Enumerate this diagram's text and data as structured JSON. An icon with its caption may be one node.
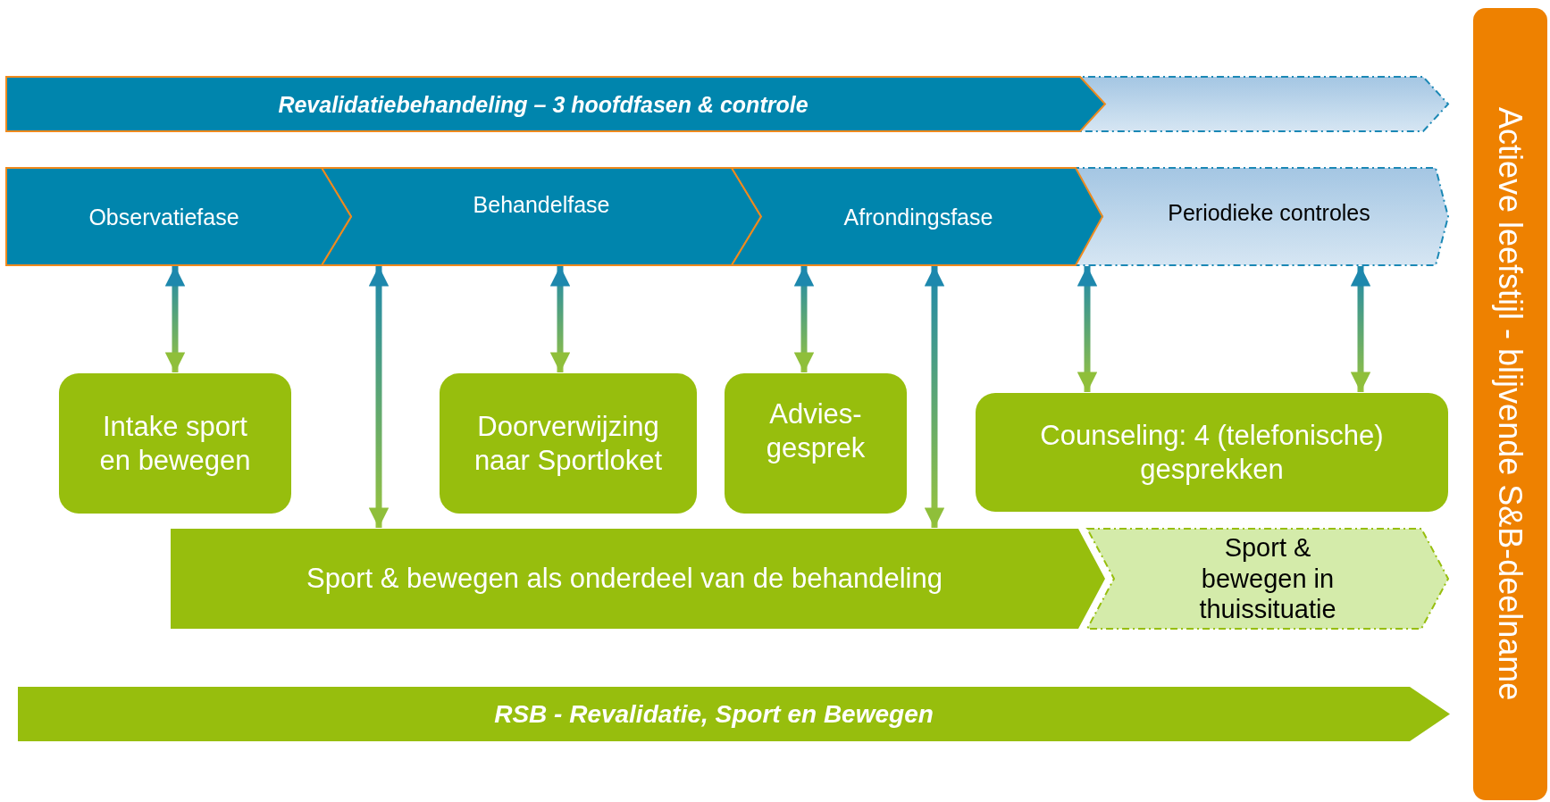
{
  "diagram": {
    "nodes": [
      {
        "text": [
          "Revalidatiebehandeling  – 3 hoofdfasen & controle"
        ]
      },
      {
        "text": [],
        "shape": "chevron"
      },
      {
        "text": [
          "Observatiefase"
        ]
      },
      {
        "text": [
          "Behandelfase"
        ]
      },
      {
        "text": [
          "Afrondingsfase"
        ]
      },
      {
        "text": [
          "Periodieke controles"
        ]
      },
      {
        "text": [
          "Intake sport en bewegen"
        ]
      },
      {
        "text": [
          "Doorverwijzing naar Sportloket"
        ]
      },
      {
        "text": [
          "Advies-gesprek"
        ]
      },
      {
        "text": [
          "Counseling: 4 (telefonische) gesprekken"
        ]
      },
      {
        "text": [
          "Sport & bewegen als onderdeel van de behandeling"
        ]
      },
      {
        "text": [
          "Sport & bewegen in thuissituatie"
        ]
      },
      {
        "text": [
          "RSB - Revalidatie, Sport en Bewegen"
        ]
      },
      {
        "text": [
          "Actieve leefstijl - blijvende S&B-deelname"
        ]
      }
    ],
    "edges": [
      {
        "from": 2,
        "to": 6,
        "arrow": "both"
      },
      {
        "from": 3,
        "to": 10,
        "arrow": "both"
      },
      {
        "from": 3,
        "to": 7,
        "arrow": "both"
      },
      {
        "from": 4,
        "to": 8,
        "arrow": "both"
      },
      {
        "from": 4,
        "to": 10,
        "arrow": "both"
      },
      {
        "from": 5,
        "to": 9,
        "arrow": "both"
      },
      {
        "from": 5,
        "to": 9,
        "arrow": "both"
      }
    ]
  }
}
